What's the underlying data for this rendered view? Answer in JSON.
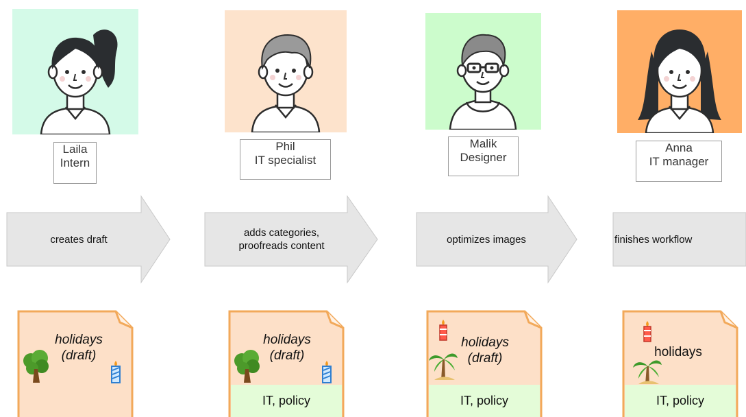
{
  "roles": [
    {
      "name": "Laila",
      "role": "Intern",
      "bg": "#d4fae8"
    },
    {
      "name": "Phil",
      "role": "IT specialist",
      "bg": "#fde3cc"
    },
    {
      "name": "Malik",
      "role": "Designer",
      "bg": "#ccfccc"
    },
    {
      "name": "Anna",
      "role": "IT manager",
      "bg": "#ffae66"
    }
  ],
  "steps": [
    {
      "text": "creates draft"
    },
    {
      "text": "adds categories,\nproofreads content"
    },
    {
      "text": "optimizes images"
    },
    {
      "text": "finishes workflow"
    }
  ],
  "documents": [
    {
      "title": "holidays",
      "status": "(draft)",
      "tags": "",
      "decorations": [
        "tree-icon",
        "candle-icon"
      ]
    },
    {
      "title": "holidays",
      "status": "(draft)",
      "tags": "IT, policy",
      "decorations": [
        "tree-icon",
        "candle-icon"
      ]
    },
    {
      "title": "holidays",
      "status": "(draft)",
      "tags": "IT, policy",
      "decorations": [
        "candle-icon",
        "palm-tree-icon"
      ]
    },
    {
      "title": "holidays",
      "status": "",
      "tags": "IT, policy",
      "decorations": [
        "candle-icon",
        "palm-tree-icon"
      ]
    }
  ],
  "colors": {
    "arrow_fill": "#e6e6e6",
    "doc_fill": "#fde0c8",
    "doc_border": "#f2a95a",
    "tags_fill": "#e4fcd8"
  }
}
